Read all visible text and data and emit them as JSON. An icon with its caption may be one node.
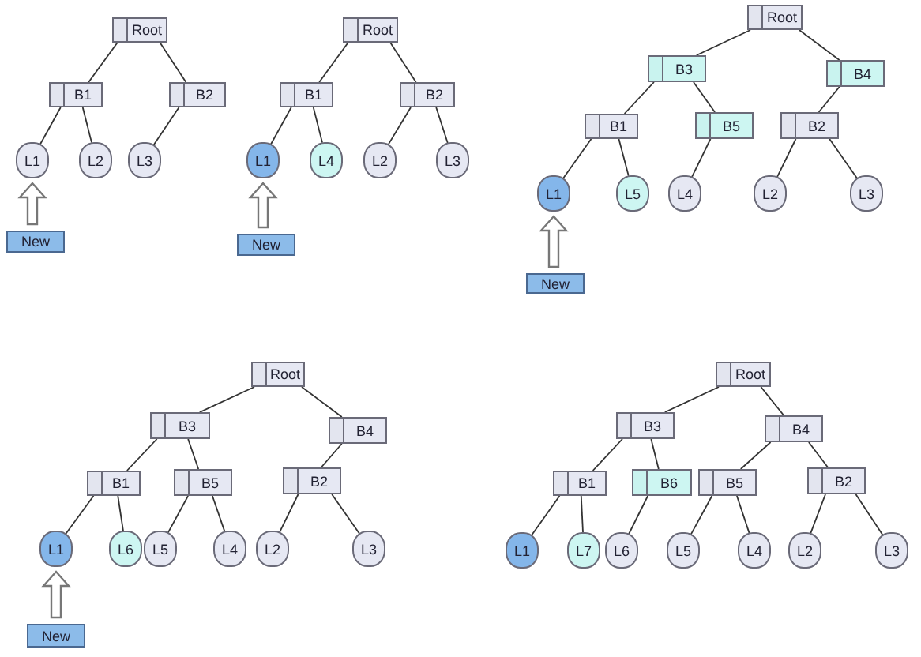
{
  "diagram": {
    "nodes": [
      {
        "text": [
          "Root"
        ]
      },
      {
        "text": [
          "B1"
        ]
      },
      {
        "text": [
          "B2"
        ]
      },
      {
        "text": [
          "L1"
        ]
      },
      {
        "text": [
          "L2"
        ]
      },
      {
        "text": [
          "L3"
        ]
      },
      {
        "text": [
          "New"
        ]
      },
      {
        "text": [
          "Root"
        ]
      },
      {
        "text": [
          "B1"
        ]
      },
      {
        "text": [
          "B2"
        ]
      },
      {
        "text": [
          "L1"
        ]
      },
      {
        "text": [
          "L4"
        ]
      },
      {
        "text": [
          "L2"
        ]
      },
      {
        "text": [
          "L3"
        ]
      },
      {
        "text": [
          "New"
        ]
      },
      {
        "text": [
          "Root"
        ]
      },
      {
        "text": [
          "B3"
        ]
      },
      {
        "text": [
          "B4"
        ]
      },
      {
        "text": [
          "B1"
        ]
      },
      {
        "text": [
          "B5"
        ]
      },
      {
        "text": [
          "B2"
        ]
      },
      {
        "text": [
          "L1"
        ]
      },
      {
        "text": [
          "L5"
        ]
      },
      {
        "text": [
          "L4"
        ]
      },
      {
        "text": [
          "L2"
        ]
      },
      {
        "text": [
          "L3"
        ]
      },
      {
        "text": [
          "New"
        ]
      },
      {
        "text": [
          "Root"
        ]
      },
      {
        "text": [
          "B3"
        ]
      },
      {
        "text": [
          "B4"
        ]
      },
      {
        "text": [
          "B1"
        ]
      },
      {
        "text": [
          "B5"
        ]
      },
      {
        "text": [
          "B2"
        ]
      },
      {
        "text": [
          "L1"
        ]
      },
      {
        "text": [
          "L6"
        ]
      },
      {
        "text": [
          "L5"
        ]
      },
      {
        "text": [
          "L4"
        ]
      },
      {
        "text": [
          "L2"
        ]
      },
      {
        "text": [
          "L3"
        ]
      },
      {
        "text": [
          "New"
        ]
      },
      {
        "text": [
          "Root"
        ]
      },
      {
        "text": [
          "B3"
        ]
      },
      {
        "text": [
          "B4"
        ]
      },
      {
        "text": [
          "B1"
        ]
      },
      {
        "text": [
          "B6"
        ]
      },
      {
        "text": [
          "B5"
        ]
      },
      {
        "text": [
          "B2"
        ]
      },
      {
        "text": [
          "L1"
        ]
      },
      {
        "text": [
          "L7"
        ]
      },
      {
        "text": [
          "L6"
        ]
      },
      {
        "text": [
          "L5"
        ]
      },
      {
        "text": [
          "L4"
        ]
      },
      {
        "text": [
          "L2"
        ]
      },
      {
        "text": [
          "L3"
        ]
      }
    ],
    "edges": [
      {
        "from": 0,
        "to": 1,
        "arrow": "none"
      },
      {
        "from": 0,
        "to": 2,
        "arrow": "none"
      },
      {
        "from": 1,
        "to": 3,
        "arrow": "none"
      },
      {
        "from": 1,
        "to": 4,
        "arrow": "none"
      },
      {
        "from": 2,
        "to": 5,
        "arrow": "none"
      },
      {
        "from": 6,
        "to": 3,
        "arrow": "to",
        "style": "thick"
      },
      {
        "from": 7,
        "to": 8,
        "arrow": "none"
      },
      {
        "from": 7,
        "to": 9,
        "arrow": "none"
      },
      {
        "from": 8,
        "to": 10,
        "arrow": "none"
      },
      {
        "from": 8,
        "to": 11,
        "arrow": "none"
      },
      {
        "from": 9,
        "to": 12,
        "arrow": "none"
      },
      {
        "from": 9,
        "to": 13,
        "arrow": "none"
      },
      {
        "from": 14,
        "to": 10,
        "arrow": "to",
        "style": "thick"
      },
      {
        "from": 15,
        "to": 16,
        "arrow": "none"
      },
      {
        "from": 15,
        "to": 17,
        "arrow": "none"
      },
      {
        "from": 16,
        "to": 18,
        "arrow": "none"
      },
      {
        "from": 16,
        "to": 19,
        "arrow": "none"
      },
      {
        "from": 17,
        "to": 20,
        "arrow": "none"
      },
      {
        "from": 18,
        "to": 21,
        "arrow": "none"
      },
      {
        "from": 18,
        "to": 22,
        "arrow": "none"
      },
      {
        "from": 19,
        "to": 23,
        "arrow": "none"
      },
      {
        "from": 20,
        "to": 24,
        "arrow": "none"
      },
      {
        "from": 20,
        "to": 25,
        "arrow": "none"
      },
      {
        "from": 26,
        "to": 21,
        "arrow": "to",
        "style": "thick"
      },
      {
        "from": 27,
        "to": 28,
        "arrow": "none"
      },
      {
        "from": 27,
        "to": 29,
        "arrow": "none"
      },
      {
        "from": 28,
        "to": 30,
        "arrow": "none"
      },
      {
        "from": 28,
        "to": 31,
        "arrow": "none"
      },
      {
        "from": 29,
        "to": 32,
        "arrow": "none"
      },
      {
        "from": 30,
        "to": 33,
        "arrow": "none"
      },
      {
        "from": 30,
        "to": 34,
        "arrow": "none"
      },
      {
        "from": 31,
        "to": 35,
        "arrow": "none"
      },
      {
        "from": 31,
        "to": 36,
        "arrow": "none"
      },
      {
        "from": 32,
        "to": 37,
        "arrow": "none"
      },
      {
        "from": 32,
        "to": 38,
        "arrow": "none"
      },
      {
        "from": 39,
        "to": 33,
        "arrow": "to",
        "style": "thick"
      },
      {
        "from": 40,
        "to": 41,
        "arrow": "none"
      },
      {
        "from": 40,
        "to": 42,
        "arrow": "none"
      },
      {
        "from": 41,
        "to": 43,
        "arrow": "none"
      },
      {
        "from": 41,
        "to": 44,
        "arrow": "none"
      },
      {
        "from": 42,
        "to": 45,
        "arrow": "none"
      },
      {
        "from": 42,
        "to": 46,
        "arrow": "none"
      },
      {
        "from": 43,
        "to": 47,
        "arrow": "none"
      },
      {
        "from": 43,
        "to": 48,
        "arrow": "none"
      },
      {
        "from": 44,
        "to": 49,
        "arrow": "none"
      },
      {
        "from": 45,
        "to": 50,
        "arrow": "none"
      },
      {
        "from": 45,
        "to": 51,
        "arrow": "none"
      },
      {
        "from": 46,
        "to": 52,
        "arrow": "none"
      },
      {
        "from": 46,
        "to": 53,
        "arrow": "none"
      }
    ]
  }
}
